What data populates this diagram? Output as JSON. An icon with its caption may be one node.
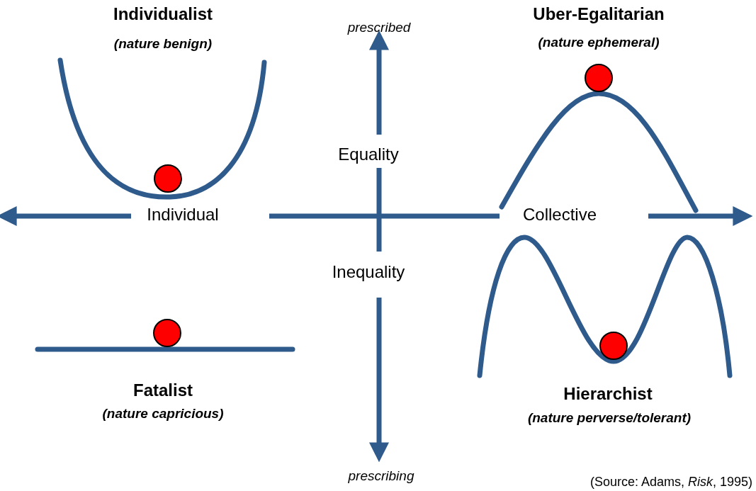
{
  "diagram": {
    "labels": [
      "Individualist",
      "(nature benign)",
      "prescribed",
      "Uber-Egalitarian",
      "(nature ephemeral)",
      "Equality",
      "Individual",
      "Collective",
      "Inequality",
      "Fatalist",
      "(nature capricious)",
      "Hierarchist",
      "(nature perverse/tolerant)",
      "prescribing",
      "(Source: Adams, *Risk*, 1995)"
    ]
  }
}
